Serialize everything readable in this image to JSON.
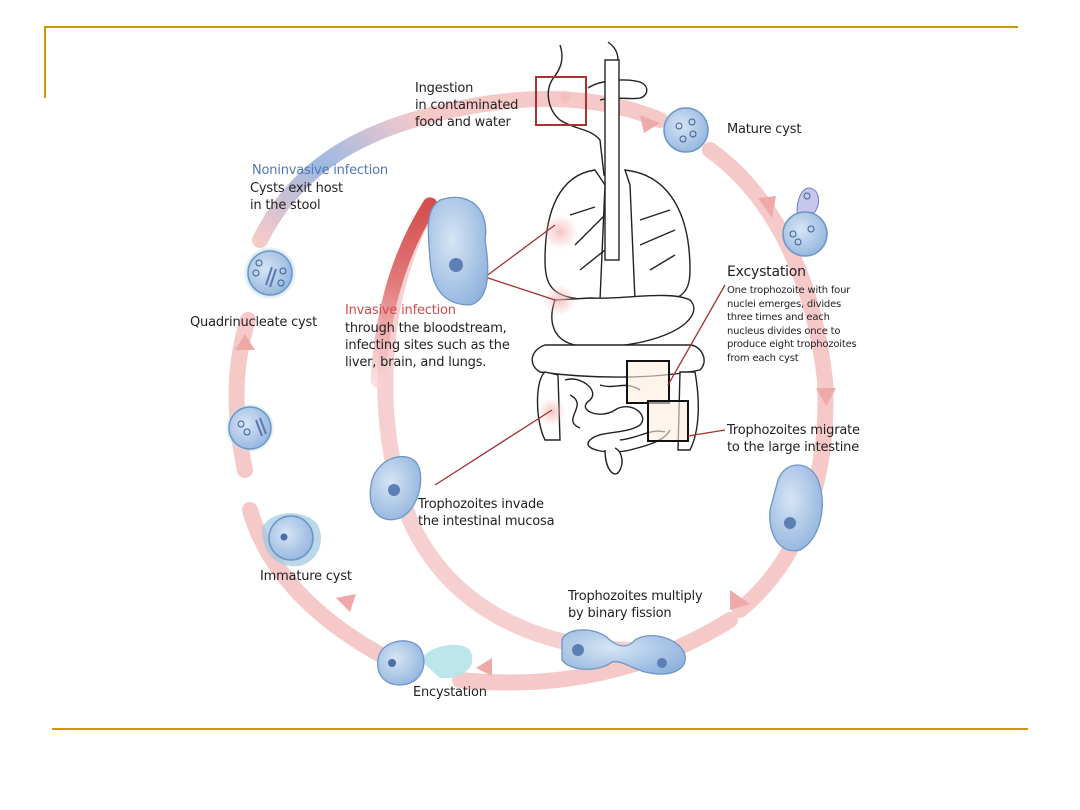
{
  "slide": {
    "accent_color": "#cc9900"
  },
  "diagram": {
    "type": "life-cycle",
    "colors": {
      "cycle_arrow": "#f6c9c9",
      "invasive_arrow": "#d85a5a",
      "noninvasive_arrow": "#8aa8d8",
      "cell_fill": "#a9c6e8",
      "cell_outline": "#5e86b8",
      "callout_line": "#a03232",
      "callout_box_red": "#b03030",
      "callout_box_black": "#111111"
    },
    "labels": {
      "ingestion": "Ingestion\nin contaminated\nfood and water",
      "mature_cyst": "Mature cyst",
      "noninvasive_title": "Noninvasive infection",
      "noninvasive_body": "Cysts exit host\nin the stool",
      "excystation_title": "Excystation",
      "excystation_body": "One trophozoite with four\nnuclei emerges, divides\nthree times and each\nnucleus divides once to\nproduce eight trophozoites\nfrom each cyst",
      "quadrinucleate": "Quadrinucleate cyst",
      "invasive_title": "Invasive infection",
      "invasive_body": "through the bloodstream,\ninfecting sites such as the\nliver, brain, and lungs.",
      "migrate": "Trophozoites  migrate\nto the large intestine",
      "invade": "Trophozoites invade\nthe intestinal mucosa",
      "immature_cyst": "Immature cyst",
      "multiply": "Trophozoites multiply\nby binary fission",
      "encystation": "Encystation"
    },
    "stages": [
      "Ingestion in contaminated food and water",
      "Mature cyst",
      "Excystation",
      "Trophozoites migrate to the large intestine",
      "Trophozoites multiply by binary fission",
      "Encystation",
      "Immature cyst",
      "Quadrinucleate cyst",
      "Noninvasive infection: Cysts exit host in the stool",
      "Trophozoites invade the intestinal mucosa",
      "Invasive infection through the bloodstream"
    ]
  }
}
